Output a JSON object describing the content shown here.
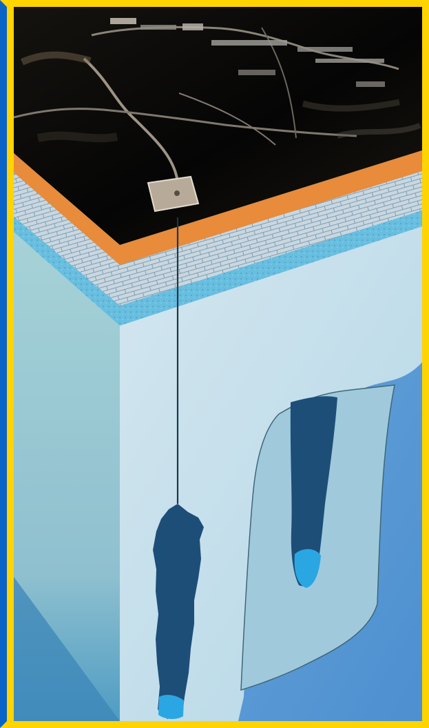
{
  "colors": {
    "outer_blue": "#0a63c7",
    "frame_yellow": "#ffd400",
    "terrain_dark": "#0b0a09",
    "soil_orange": "#ea8a3b",
    "limestone_gray": "#c8d6df",
    "aquifer_blue": "#6ec0df",
    "salt_face": "#cfe3ef",
    "left_face": "#99cad4",
    "cavern_dark": "#1f4f78",
    "cavern_bottom": "#2aa7e3",
    "cutaway_bg": "#9ac8db"
  },
  "icons": {
    "surface": "aerial-site-map",
    "well": "wellbore-line",
    "cavern": "salt-cavern"
  }
}
